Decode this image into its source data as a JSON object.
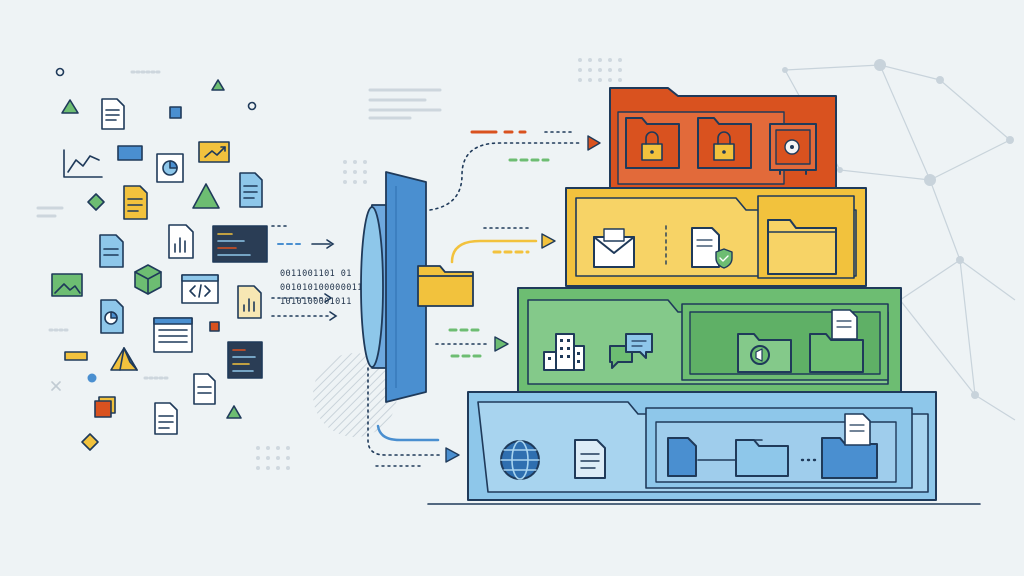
{
  "binary": {
    "line1": "0011001101 01",
    "line2": "00101010000001101",
    "line3": "1010100001011"
  },
  "colors": {
    "background": "#eef3f5",
    "outline": "#1f3a5a",
    "tier_security": "#d9521f",
    "tier_communication": "#f2c23d",
    "tier_organization": "#6dbd72",
    "tier_storage": "#8ec7ea",
    "funnel": "#4a8fd0"
  },
  "icons": {
    "tier1": [
      "folder-lock-icon",
      "folder-lock-icon",
      "safe-icon"
    ],
    "tier2": [
      "envelope-icon",
      "shield-document-icon",
      "folder-icon"
    ],
    "tier3": [
      "office-building-icon",
      "chat-bubbles-icon",
      "folder-megaphone-icon",
      "folder-document-icon"
    ],
    "tier4": [
      "globe-icon",
      "document-icon",
      "file-icon",
      "folder-icon",
      "folder-document-icon"
    ]
  }
}
